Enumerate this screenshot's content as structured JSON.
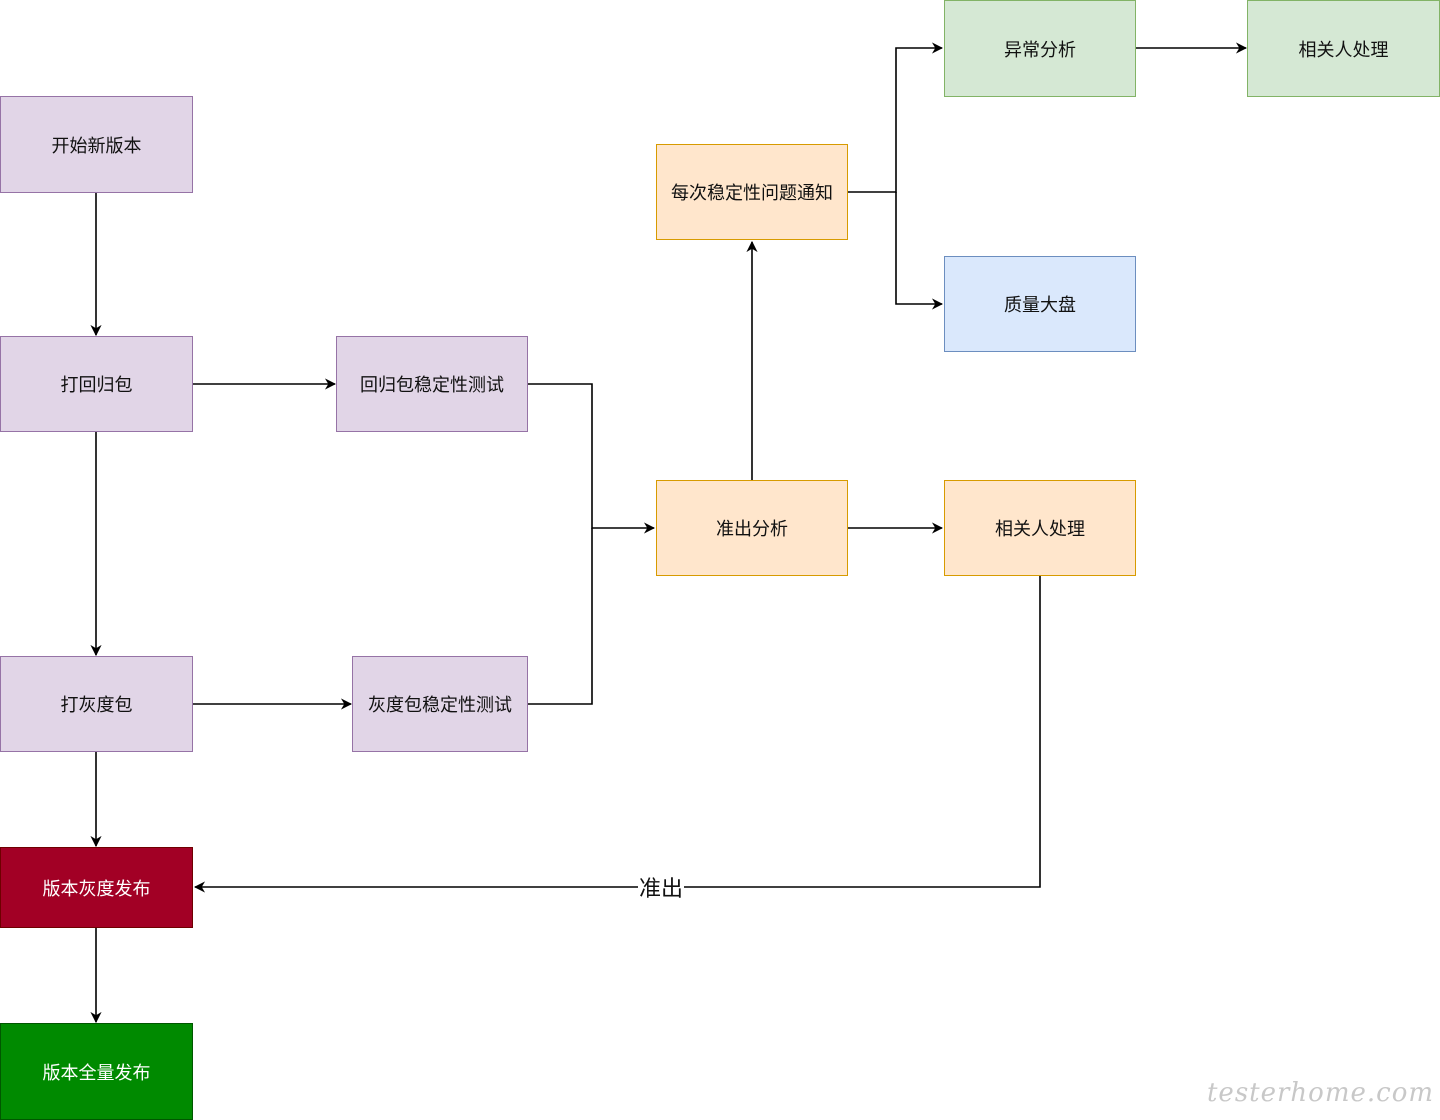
{
  "nodes": {
    "start_new_version": "开始新版本",
    "build_regression": "打回归包",
    "regression_stability_test": "回归包稳定性测试",
    "build_gray": "打灰度包",
    "gray_stability_test": "灰度包稳定性测试",
    "gray_release": "版本灰度发布",
    "full_release": "版本全量发布",
    "exit_analysis": "准出分析",
    "stability_notice": "每次稳定性问题通知",
    "anomaly_analysis": "异常分析",
    "responsible_handle_top": "相关人处理",
    "quality_dashboard": "质量大盘",
    "responsible_handle_mid": "相关人处理"
  },
  "edge_labels": {
    "exit": "准出"
  },
  "watermark": "testerhome.com",
  "colors": {
    "purple_fill": "#e1d5e7",
    "purple_stroke": "#9673a6",
    "orange_fill": "#ffe6cc",
    "orange_stroke": "#d79b00",
    "green_fill": "#d5e8d4",
    "green_stroke": "#82b366",
    "blue_fill": "#dae8fc",
    "blue_stroke": "#6c8ebf",
    "red_fill": "#a20025",
    "dark_green_fill": "#008a00"
  }
}
